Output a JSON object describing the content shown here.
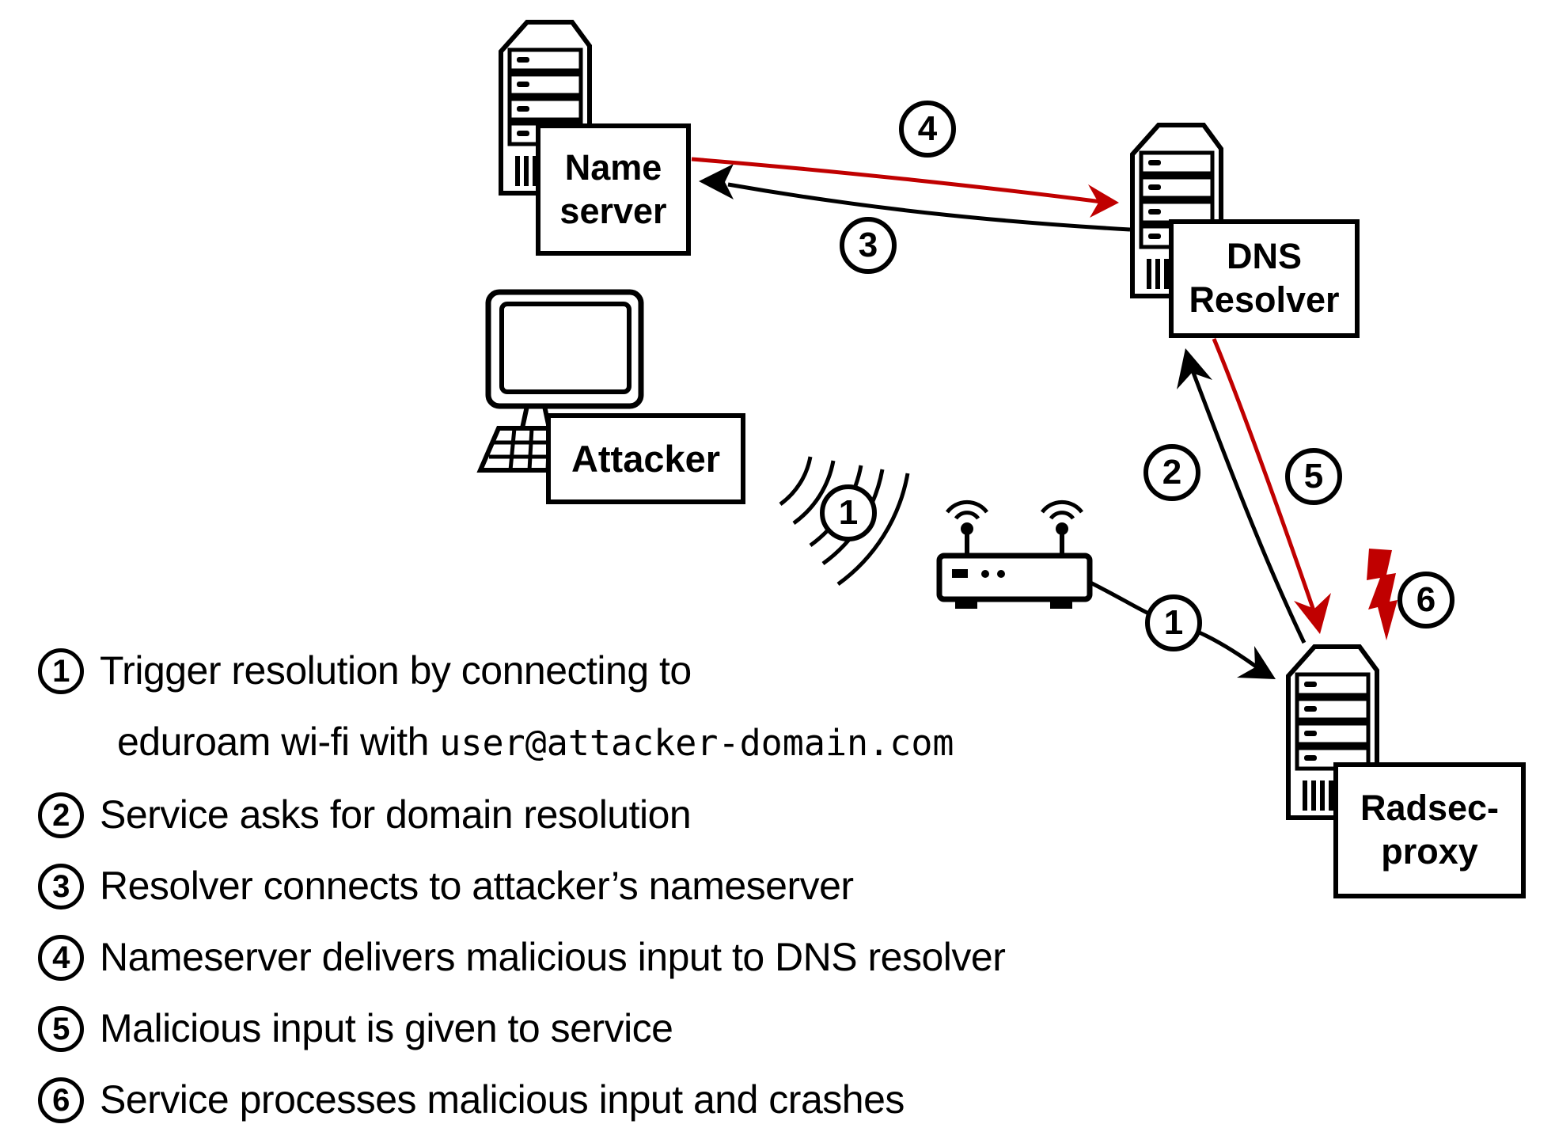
{
  "colors": {
    "attack_red": "#c00000",
    "ink": "#000000"
  },
  "nodes": {
    "name_server": {
      "line1": "Name",
      "line2": "server"
    },
    "dns_resolver": {
      "line1": "DNS",
      "line2": "Resolver"
    },
    "attacker": {
      "line1": "Attacker"
    },
    "radsec_proxy": {
      "line1": "Radsec-",
      "line2": "proxy"
    }
  },
  "markers": {
    "wifi1": "1",
    "router1": "1",
    "step2": "2",
    "step3": "3",
    "step4": "4",
    "step5": "5",
    "step6": "6"
  },
  "legend": {
    "items": [
      {
        "num": "1",
        "line1": "Trigger resolution by connecting to",
        "line2_text": "eduroam wi-fi with ",
        "line2_code": "user@attacker-domain.com"
      },
      {
        "num": "2",
        "text": "Service asks for domain resolution"
      },
      {
        "num": "3",
        "text": "Resolver connects to attacker’s nameserver"
      },
      {
        "num": "4",
        "text": "Nameserver delivers malicious input to DNS resolver"
      },
      {
        "num": "5",
        "text": "Malicious input is given to service"
      },
      {
        "num": "6",
        "text": "Service processes malicious input and crashes"
      }
    ]
  }
}
